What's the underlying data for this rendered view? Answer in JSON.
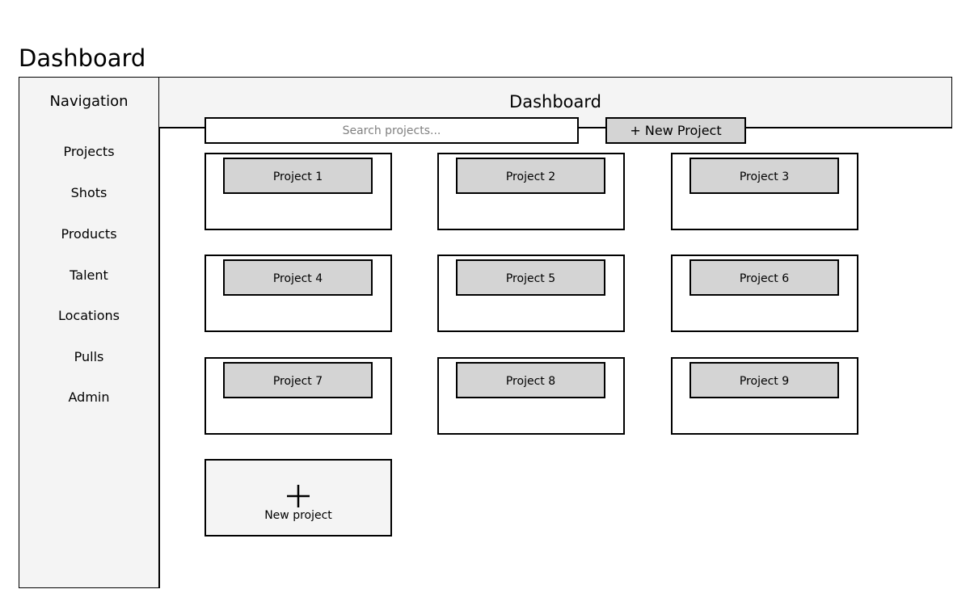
{
  "page_title": "Dashboard",
  "sidebar": {
    "title": "Navigation",
    "items": [
      {
        "label": "Projects"
      },
      {
        "label": "Shots"
      },
      {
        "label": "Products"
      },
      {
        "label": "Talent"
      },
      {
        "label": "Locations"
      },
      {
        "label": "Pulls"
      },
      {
        "label": "Admin"
      }
    ]
  },
  "header": {
    "title": "Dashboard"
  },
  "search": {
    "placeholder": "Search projects...",
    "value": ""
  },
  "toolbar": {
    "new_project_label": "+ New Project"
  },
  "projects": [
    {
      "label": "Project 1"
    },
    {
      "label": "Project 2"
    },
    {
      "label": "Project 3"
    },
    {
      "label": "Project 4"
    },
    {
      "label": "Project 5"
    },
    {
      "label": "Project 6"
    },
    {
      "label": "Project 7"
    },
    {
      "label": "Project 8"
    },
    {
      "label": "Project 9"
    }
  ],
  "new_card": {
    "label": "New project",
    "icon": "plus-icon"
  },
  "colors": {
    "panel_background": "#f4f4f4",
    "button_fill": "#d4d4d4",
    "border": "#000000",
    "placeholder_text": "#808080"
  }
}
